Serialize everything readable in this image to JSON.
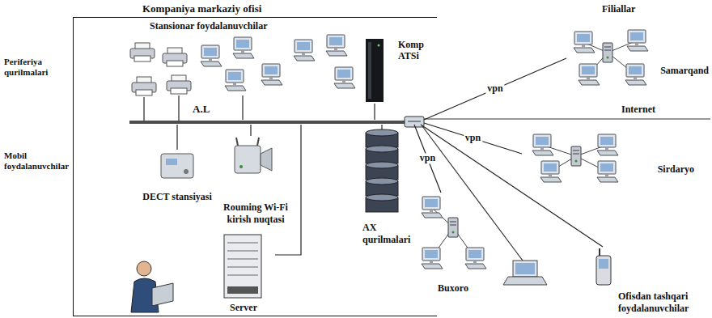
{
  "diagram": {
    "nodes": [
      {
        "text": [
          "Kompaniya markaziy ofisi"
        ]
      },
      {
        "text": [
          "A.L"
        ],
        "in": 0
      },
      {
        "text": [
          "Stansionar foydalanuvchilar"
        ],
        "in": 0
      },
      {
        "text": [
          "Komp ATSi"
        ],
        "in": 0
      },
      {
        "text": [
          "DECT stansiyasi"
        ],
        "in": 0
      },
      {
        "text": [
          "Rouming Wi-Fi kirish nuqtasi"
        ],
        "in": 0
      },
      {
        "text": [
          "Server"
        ],
        "in": 0
      },
      {
        "text": [
          "AX qurilmalari"
        ],
        "in": 0
      },
      {
        "text": [
          "Samarqand"
        ]
      },
      {
        "text": [
          "Sirdaryo"
        ]
      },
      {
        "text": [
          "Buxoro"
        ]
      },
      {
        "text": [
          "Ofisdan tashqari foydalanuvchilar"
        ]
      }
    ],
    "edges": [
      {
        "from": 1,
        "to": 2,
        "arrow": "none"
      },
      {
        "from": 1,
        "to": 3,
        "arrow": "none"
      },
      {
        "from": 1,
        "to": 4,
        "arrow": "none"
      },
      {
        "from": 1,
        "to": 5,
        "arrow": "none"
      },
      {
        "from": 1,
        "to": 6,
        "arrow": "none"
      },
      {
        "from": 1,
        "to": 7,
        "arrow": "none"
      },
      {
        "from": 1,
        "to": 8,
        "label": "vpn",
        "arrow": "none"
      },
      {
        "from": 1,
        "to": 9,
        "label": "vpn",
        "arrow": "none"
      },
      {
        "from": 1,
        "to": 10,
        "label": "vpn",
        "arrow": "none"
      },
      {
        "from": 1,
        "to": 11,
        "arrow": "none"
      }
    ],
    "labels": [
      "Filiallar",
      "Periferiya qurilmalari",
      "Internet",
      "Mobil foydalanuvchilar"
    ]
  }
}
